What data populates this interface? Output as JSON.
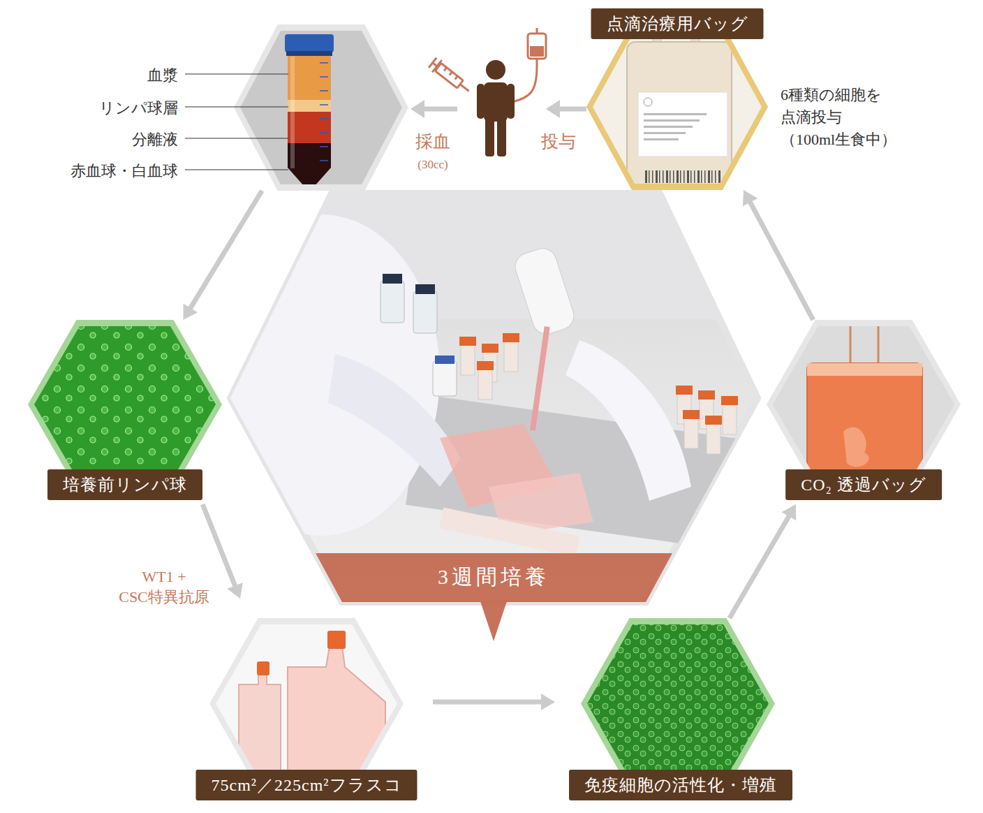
{
  "diagram": {
    "nodes": [
      {
        "text": [
          "血漿",
          "リンパ球層",
          "分離液",
          "赤血球・白血球"
        ]
      },
      {
        "text": [
          "点滴治療用バッグ",
          "6種類の細胞を 点滴投与 （100ml生食中）"
        ]
      },
      {
        "text": [
          "3週間培養"
        ]
      },
      {
        "text": [
          "培養前リンパ球"
        ]
      },
      {
        "text": [
          "CO₂ 透過バッグ"
        ]
      },
      {
        "text": [
          "75cm²／225cm²フラスコ"
        ]
      },
      {
        "text": [
          "免疫細胞の活性化・増殖"
        ]
      }
    ],
    "edges": [
      {
        "from": 0,
        "to": 3,
        "arrow": "to"
      },
      {
        "from": 3,
        "to": 5,
        "arrow": "to",
        "label": "WT1 + CSC特異抗原"
      },
      {
        "from": 5,
        "to": 6,
        "arrow": "to"
      },
      {
        "from": 6,
        "to": 4,
        "arrow": "to"
      },
      {
        "from": 4,
        "to": 1,
        "arrow": "to"
      }
    ],
    "labels": [
      "採血",
      "(30cc)",
      "投与"
    ]
  }
}
